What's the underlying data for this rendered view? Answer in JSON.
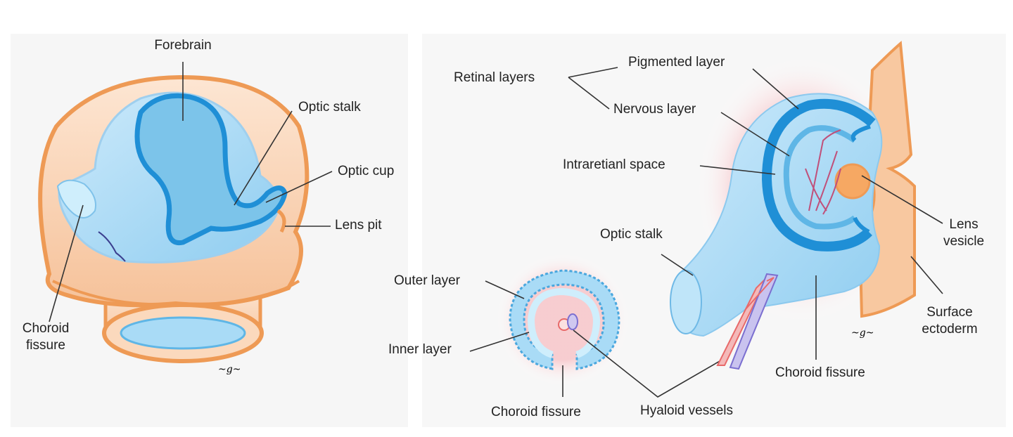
{
  "colors": {
    "ectoderm_orange": "#f0a060",
    "ectoderm_fill": "#fbd9bd",
    "neural_blue": "#9fd4f2",
    "cavity_blue": "#7cc4ea",
    "wall_blue": "#1f8fd6",
    "glow_pink": "#f7c8cc",
    "vessel_red": "#e86a6a",
    "vessel_purple": "#9a8fd8"
  },
  "labels": {
    "forebrain": "Forebrain",
    "optic_stalk_left": "Optic stalk",
    "optic_cup": "Optic cup",
    "lens_pit": "Lens pit",
    "choroid_fissure_left_1": "Choroid",
    "choroid_fissure_left_2": "fissure",
    "retinal_layers": "Retinal layers",
    "pigmented_layer": "Pigmented layer",
    "nervous_layer": "Nervous layer",
    "intraretinal_space": "Intraretianl space",
    "optic_stalk_right": "Optic stalk",
    "lens_vesicle_1": "Lens",
    "lens_vesicle_2": "vesicle",
    "surface_ectoderm_1": "Surface",
    "surface_ectoderm_2": "ectoderm",
    "outer_layer": "Outer layer",
    "inner_layer": "Inner layer",
    "choroid_fissure_bottom": "Choroid fissure",
    "hyaloid_vessels": "Hyaloid vessels",
    "choroid_fissure_right": "Choroid fissure"
  }
}
